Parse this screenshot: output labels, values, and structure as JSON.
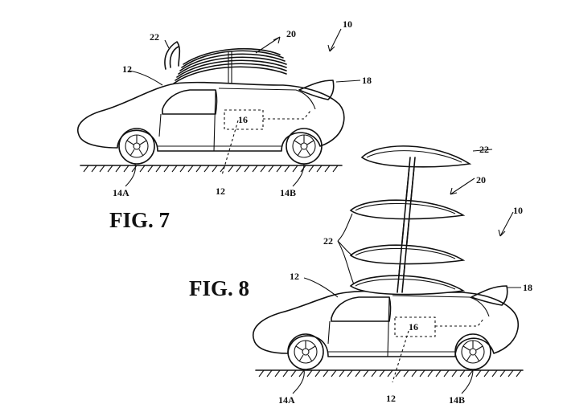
{
  "figures": [
    {
      "id": "fig7",
      "label": "FIG. 7",
      "refs": {
        "vehicle": "10",
        "wing_system": "20",
        "wings": "22",
        "body": "12",
        "tail": "18",
        "box": "16",
        "front_wheel": "14A",
        "rear_wheel": "14B",
        "underbody": "12"
      }
    },
    {
      "id": "fig8",
      "label": "FIG. 8",
      "refs": {
        "vehicle": "10",
        "wing_system": "20",
        "top_wing": "22",
        "wings": "22",
        "body": "12",
        "tail": "18",
        "box": "16",
        "front_wheel": "14A",
        "rear_wheel": "14B",
        "underbody": "12"
      }
    }
  ]
}
